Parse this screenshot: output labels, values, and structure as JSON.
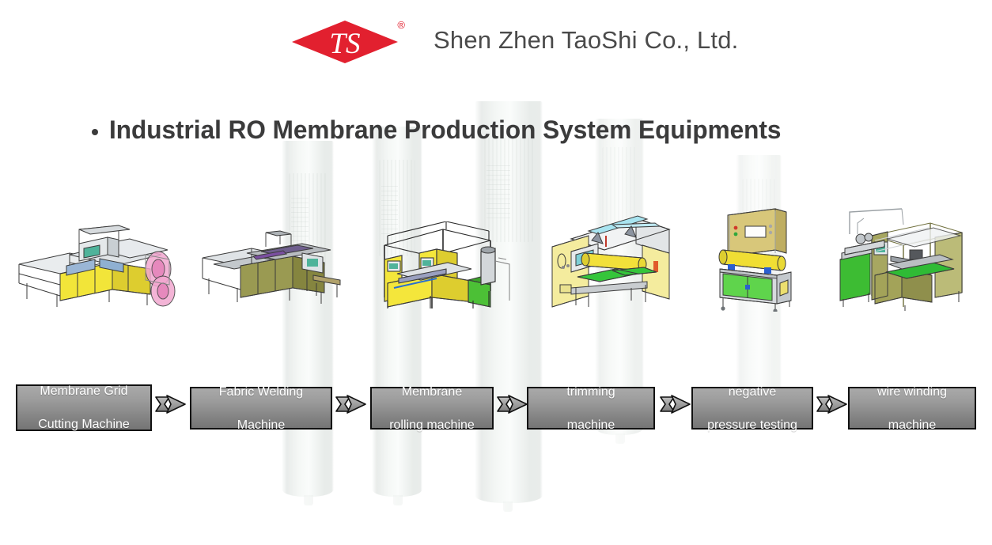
{
  "header": {
    "logo": {
      "icon": "ts-diamond-logo",
      "mark_text": "TS",
      "registered_symbol": "®",
      "color": "#e2202f"
    },
    "company_name": "Shen Zhen TaoShi Co., Ltd."
  },
  "slide": {
    "bullet": "•",
    "title": "Industrial RO Membrane Production System Equipments",
    "title_color": "#3b3b3b"
  },
  "machines": [
    {
      "name": "membrane-grid-cutting-machine-render",
      "caption_ref": 0
    },
    {
      "name": "fabric-welding-machine-render",
      "caption_ref": 1
    },
    {
      "name": "membrane-rolling-machine-render",
      "caption_ref": 2
    },
    {
      "name": "trimming-machine-render",
      "caption_ref": 3
    },
    {
      "name": "negative-pressure-testing-render",
      "caption_ref": 4
    },
    {
      "name": "wire-winding-machine-render",
      "caption_ref": 5
    }
  ],
  "flow": {
    "arrow_icon": "right-arrow-icon",
    "box_fill_top": "#a9a9a9",
    "box_fill_bottom": "#757575",
    "box_border": "#111111",
    "steps": [
      {
        "line1": "Membrane Grid",
        "line2": "Cutting Machine"
      },
      {
        "line1": "Fabric Welding",
        "line2": "Machine"
      },
      {
        "line1": "Membrane",
        "line2": "rolling machine"
      },
      {
        "line1": "trimming",
        "line2": "machine"
      },
      {
        "line1": "negative",
        "line2": "pressure testing"
      },
      {
        "line1": "wire winding",
        "line2": "machine"
      }
    ]
  },
  "background": {
    "watermark": "ro-membrane-element-cylinders",
    "count": 5
  }
}
